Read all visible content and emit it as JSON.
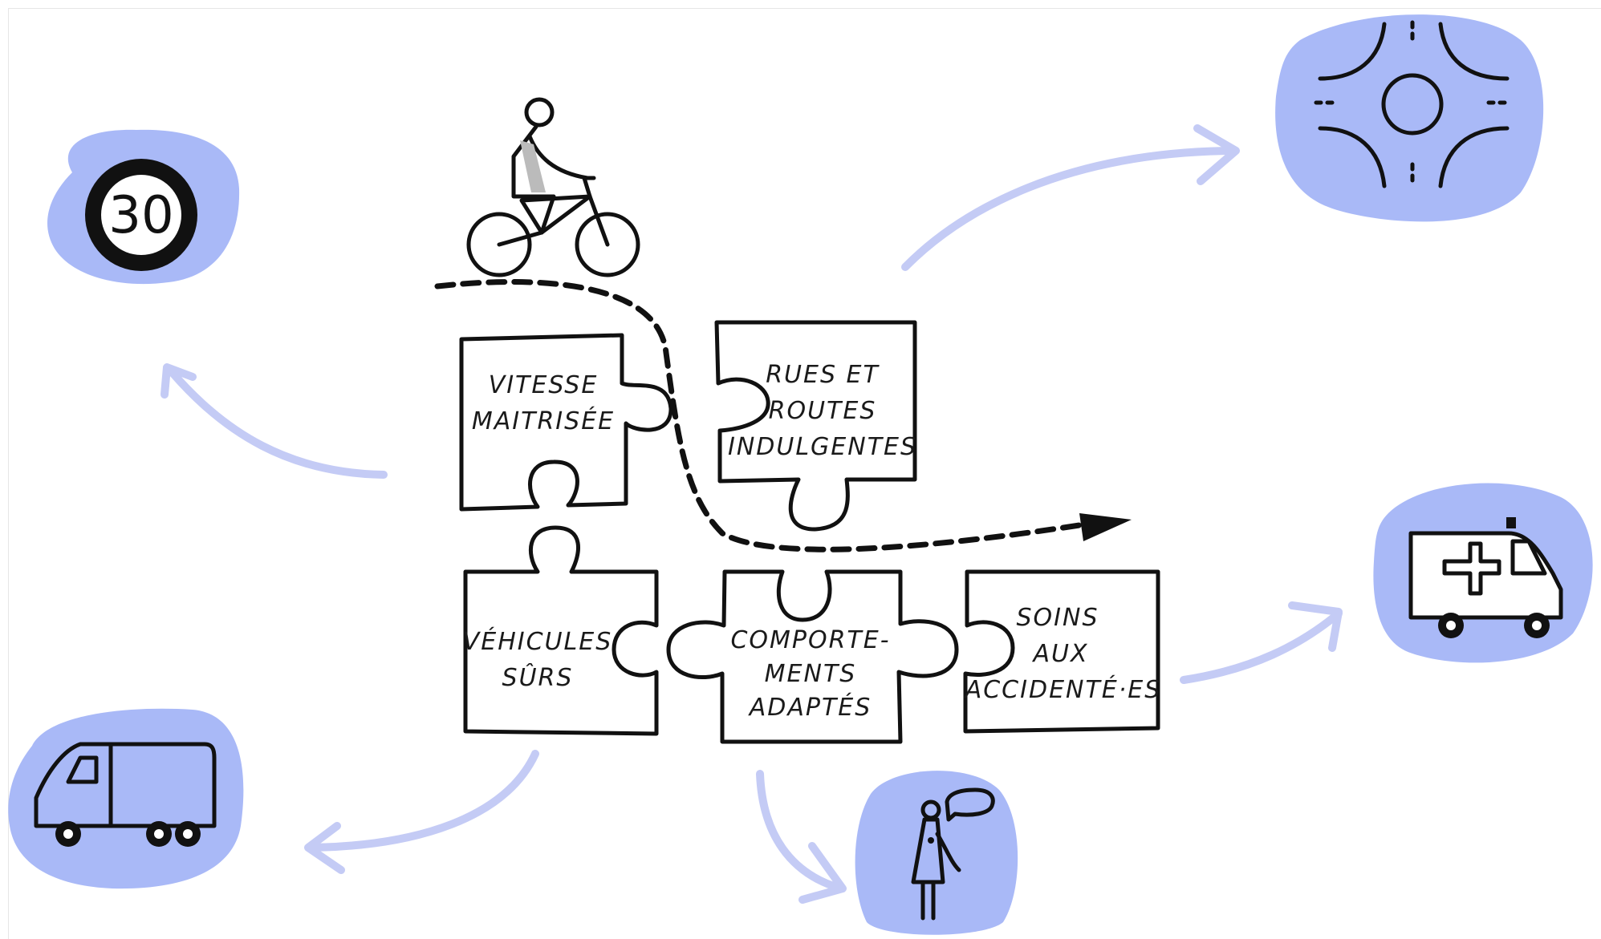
{
  "puzzle": {
    "vitesse": [
      "VITESSE",
      "MAITRISÉE"
    ],
    "rues": [
      "RUES ET",
      "ROUTES",
      "INDULGENTES"
    ],
    "vehicules": [
      "VÉHICULES",
      "SÛRS"
    ],
    "comportements": [
      "COMPORTE-",
      "MENTS",
      "ADAPTÉS"
    ],
    "soins": [
      "SOINS",
      "AUX",
      "ACCIDENTÉ·ES"
    ]
  },
  "icons": {
    "speed_sign": "30",
    "cyclist": "cyclist-icon",
    "roundabout": "roundabout-icon",
    "ambulance": "ambulance-icon",
    "van": "van-icon",
    "person": "person-speaking-icon"
  },
  "colors": {
    "blob": "#a9b9f7",
    "arrow": "#c4cbf5",
    "ink": "#111111"
  }
}
